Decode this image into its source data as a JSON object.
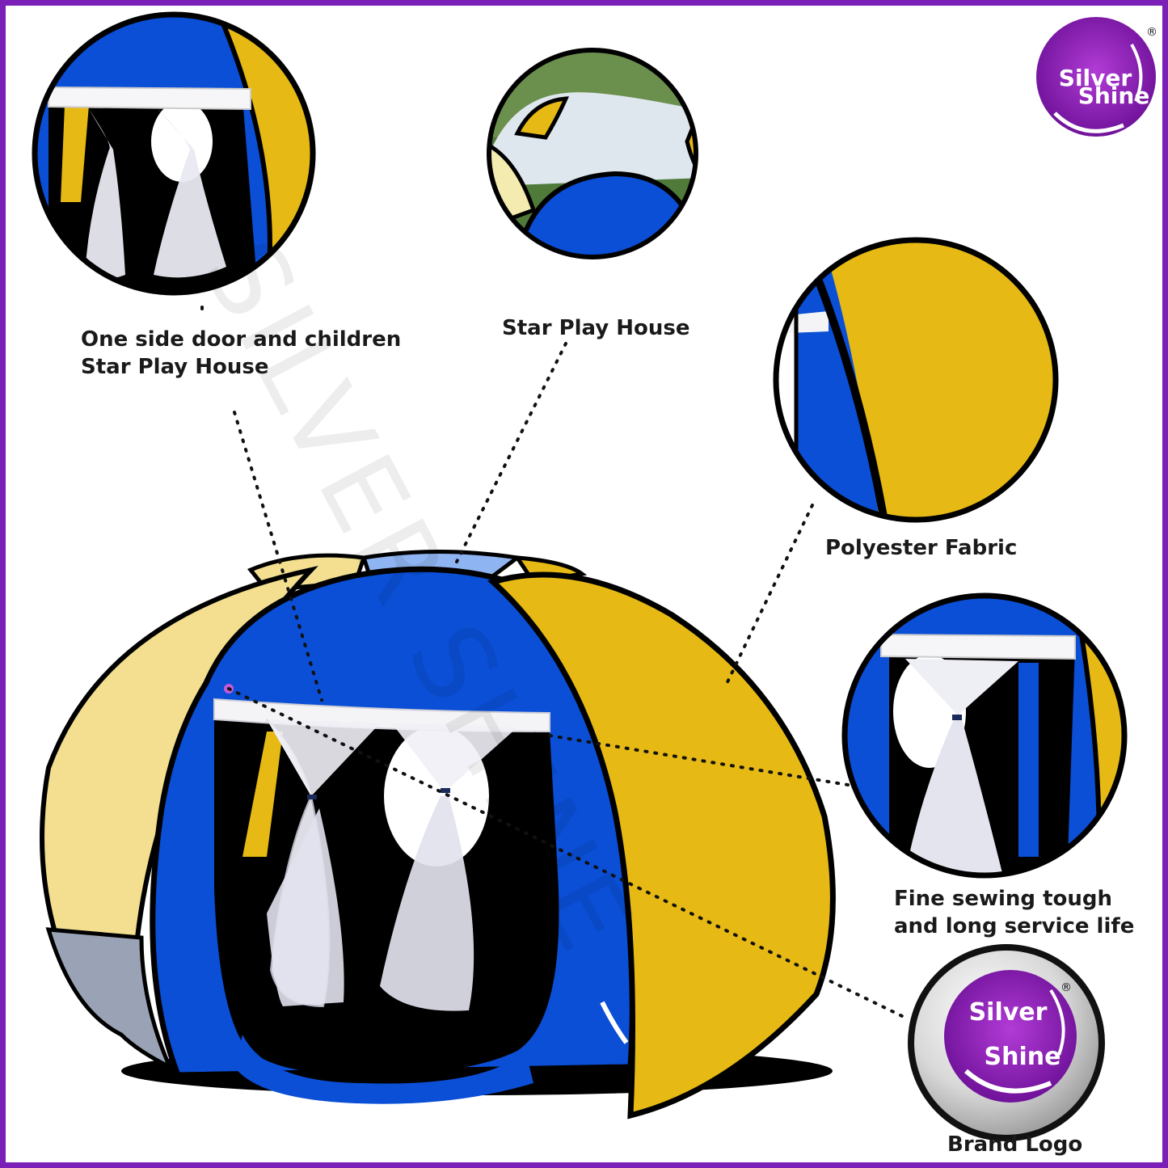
{
  "brand": {
    "line1": "Silver",
    "line2": "Shine",
    "registered": "®"
  },
  "watermark": "SILVER SHINE",
  "callouts": {
    "door": {
      "line1": "One side door and children",
      "line2": "Star Play House"
    },
    "roof": {
      "text": "Star Play House"
    },
    "fabric": {
      "text": "Polyester Fabric"
    },
    "sewing": {
      "line1": "Fine sewing tough",
      "line2": "and long service life"
    },
    "logo": {
      "text": "Brand Logo"
    }
  },
  "colors": {
    "border": "#7a1fb8",
    "blue": "#0a4fd6",
    "yellow": "#e6b914",
    "pale_yellow": "#f3df8f",
    "logo_purple": "#8b1fb0"
  }
}
